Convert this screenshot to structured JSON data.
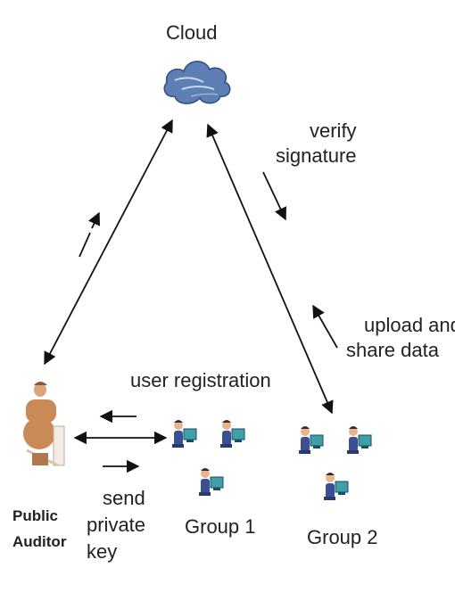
{
  "cloud": {
    "label": "Cloud",
    "icon": "cloud-icon"
  },
  "verify_signature": {
    "line1": "verify",
    "line2": "signature"
  },
  "upload_share": {
    "line1": "upload and",
    "line2": "share data"
  },
  "user_registration": {
    "label": "user registration"
  },
  "send_private_key": {
    "line1": "send",
    "line2": "private",
    "line3": "key"
  },
  "public_auditor": {
    "line1": "Public",
    "line2": "Auditor",
    "icon": "auditor-person-icon"
  },
  "groups": [
    {
      "label": "Group 1",
      "icon": "user-group-icon"
    },
    {
      "label": "Group 2",
      "icon": "user-group-icon"
    }
  ],
  "colors": {
    "line": "#111111",
    "cloud": "#5d7fb3",
    "user_shirt": "#3a4f94",
    "user_monitor": "#3f9fa6",
    "auditor": "#c98a57"
  }
}
